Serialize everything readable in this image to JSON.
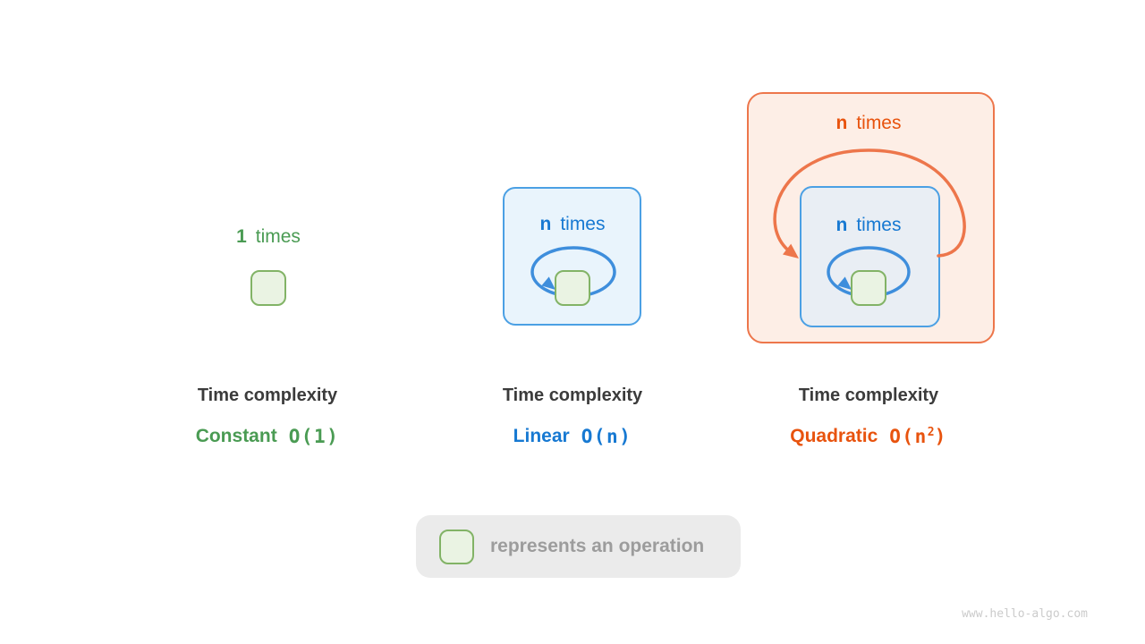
{
  "watermark": "www.hello-algo.com",
  "legend": {
    "label": "represents an operation"
  },
  "sections": [
    {
      "loop_label_count": "1",
      "loop_label_word": "times",
      "title": "Time complexity",
      "complexity_name": "Constant",
      "notation_open": "O(",
      "notation_arg": "1",
      "notation_sup": "",
      "notation_close": ")"
    },
    {
      "loop_label_count": "n",
      "loop_label_word": "times",
      "title": "Time complexity",
      "complexity_name": "Linear",
      "notation_open": "O(",
      "notation_arg": "n",
      "notation_sup": "",
      "notation_close": ")"
    },
    {
      "outer_loop_label_count": "n",
      "outer_loop_label_word": "times",
      "loop_label_count": "n",
      "loop_label_word": "times",
      "title": "Time complexity",
      "complexity_name": "Quadratic",
      "notation_open": "O(",
      "notation_arg": "n",
      "notation_sup": "2",
      "notation_close": ")"
    }
  ],
  "colors": {
    "green_text": "#4A9B53",
    "green_border": "#82B366",
    "green_fill": "#EAF3E3",
    "blue_text": "#1779D2",
    "blue_border": "#4BA0E4",
    "blue_arrow": "#3E8EDC",
    "blue_fill_light": "#E9F4FC",
    "blue_fill_gray": "#E9EEF4",
    "orange_text": "#E8530E",
    "orange_border": "#ED764B",
    "orange_fill": "#FDEEE6",
    "heading_text": "#3B3B3B",
    "legend_bg": "#EBEBEB",
    "legend_text": "#9C9C9C",
    "watermark_text": "#CBCBCB"
  }
}
